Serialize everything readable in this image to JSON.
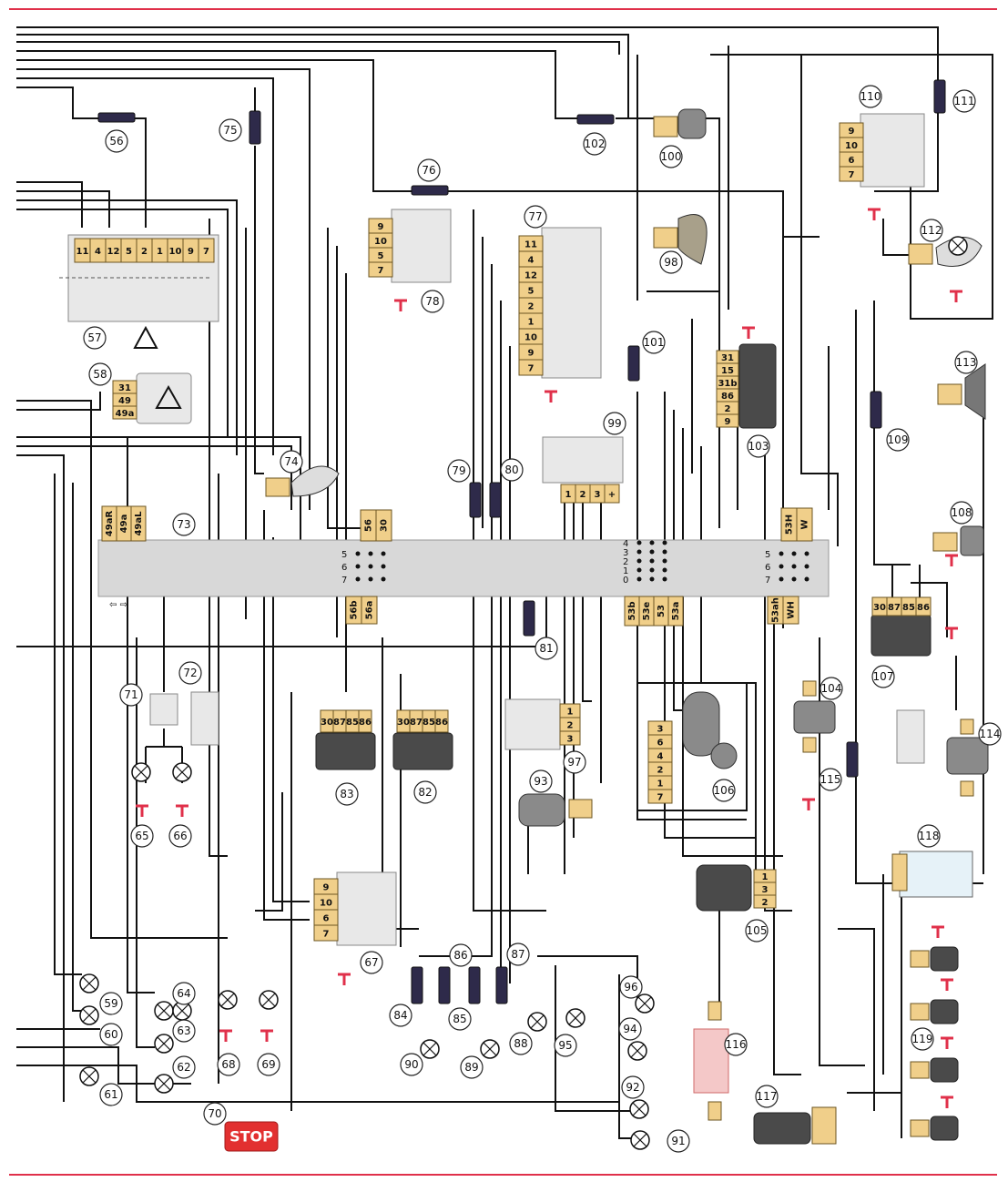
{
  "callouts": [
    "56",
    "57",
    "58",
    "59",
    "60",
    "61",
    "62",
    "63",
    "64",
    "65",
    "66",
    "67",
    "68",
    "69",
    "70",
    "71",
    "72",
    "73",
    "74",
    "75",
    "76",
    "77",
    "78",
    "79",
    "80",
    "81",
    "82",
    "83",
    "84",
    "85",
    "86",
    "87",
    "88",
    "89",
    "90",
    "91",
    "92",
    "93",
    "94",
    "95",
    "96",
    "97",
    "98",
    "99",
    "100",
    "101",
    "102",
    "103",
    "104",
    "105",
    "106",
    "107",
    "108",
    "109",
    "110",
    "111",
    "112",
    "113",
    "114",
    "115",
    "116",
    "117",
    "118",
    "119"
  ],
  "connectors": {
    "c57": [
      "11",
      "4",
      "12",
      "5",
      "2",
      "1",
      "10",
      "9",
      "7"
    ],
    "c58": [
      "31",
      "49",
      "49a"
    ],
    "c73": [
      "49aR",
      "49a",
      "49aL"
    ],
    "c78": [
      "9",
      "10",
      "5",
      "7"
    ],
    "c77": [
      "11",
      "4",
      "12",
      "5",
      "2",
      "1",
      "10",
      "9",
      "7"
    ],
    "c110": [
      "9",
      "10",
      "6",
      "7"
    ],
    "c103": [
      "31",
      "15",
      "31b",
      "86",
      "2",
      "9"
    ],
    "c99": [
      "1",
      "2",
      "3",
      "+"
    ],
    "c_light_switch": [
      "56",
      "30"
    ],
    "c_light_out": [
      "56b",
      "56a"
    ],
    "c_wiper_sw": [
      "53b",
      "53e",
      "53",
      "53a"
    ],
    "c_washer_sw": [
      "53H",
      "W"
    ],
    "c_washer_out": [
      "53ah",
      "WH"
    ],
    "c107": [
      "30",
      "87",
      "85",
      "86"
    ],
    "c83": [
      "30",
      "87",
      "85",
      "86"
    ],
    "c82": [
      "30",
      "87",
      "85",
      "86"
    ],
    "c67": [
      "9",
      "10",
      "6",
      "7"
    ],
    "c97": [
      "1",
      "2",
      "3"
    ],
    "c106": [
      "3",
      "6",
      "4",
      "2",
      "1",
      "7"
    ],
    "c105": [
      "1",
      "3",
      "2"
    ]
  },
  "switch_positions": {
    "light": [
      "5",
      "6",
      "7"
    ],
    "wiper": [
      "4",
      "3",
      "2",
      "1",
      "0"
    ],
    "washer": [
      "5",
      "6",
      "7"
    ]
  },
  "stop_label": "STOP"
}
